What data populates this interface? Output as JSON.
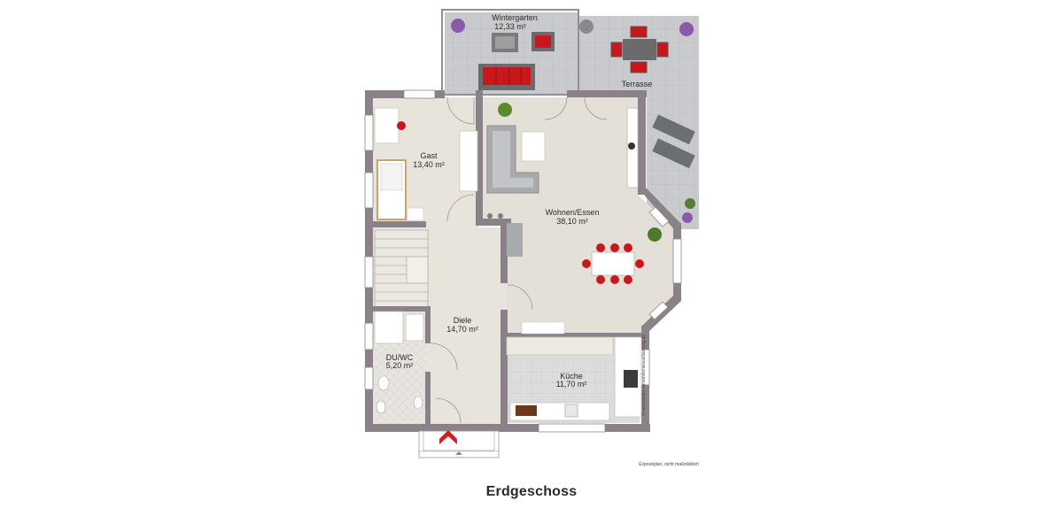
{
  "plan": {
    "title": "Erdgeschoss",
    "disclaimer": "Exposéplan, nicht maßstäblich",
    "watermark": "© raumvision-immobilienvisualisierung.de"
  },
  "rooms": [
    {
      "key": "wintergarten",
      "name": "Wintergarten",
      "area": "12,33 m²"
    },
    {
      "key": "terrasse",
      "name": "Terrasse",
      "area": ""
    },
    {
      "key": "gast",
      "name": "Gast",
      "area": "13,40 m²"
    },
    {
      "key": "wohnen",
      "name": "Wohnen/Essen",
      "area": "38,10 m²"
    },
    {
      "key": "diele",
      "name": "Diele",
      "area": "14,70 m²"
    },
    {
      "key": "duwc",
      "name": "DU/WC",
      "area": "5,20 m²"
    },
    {
      "key": "kueche",
      "name": "Küche",
      "area": "11,70 m²"
    }
  ],
  "colors": {
    "wall": "#8a8288",
    "floor_wood": "#e6e1d8",
    "floor_tile": "#d6d6d8",
    "terrace_tile": "#c5c6c9",
    "furniture_red": "#c8171d",
    "sofa_grey": "#a9aaac",
    "entrance_arrow": "#d11f26"
  },
  "icons": [
    "entrance-arrow-icon",
    "plant-icon",
    "window-icon",
    "door-swing-icon"
  ]
}
